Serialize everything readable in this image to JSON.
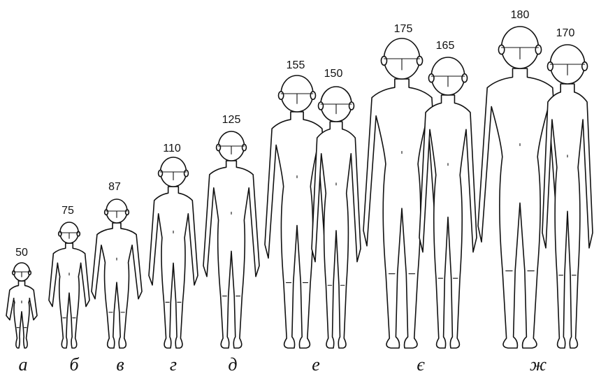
{
  "figures": [
    {
      "id": "fig-a",
      "height_label": "50",
      "group": "a"
    },
    {
      "id": "fig-b",
      "height_label": "75",
      "group": "b"
    },
    {
      "id": "fig-v",
      "height_label": "87",
      "group": "v"
    },
    {
      "id": "fig-g",
      "height_label": "110",
      "group": "g"
    },
    {
      "id": "fig-d",
      "height_label": "125",
      "group": "d"
    },
    {
      "id": "fig-e1",
      "height_label": "155",
      "group": "e"
    },
    {
      "id": "fig-e2",
      "height_label": "150",
      "group": "e"
    },
    {
      "id": "fig-ye1",
      "height_label": "175",
      "group": "ye"
    },
    {
      "id": "fig-ye2",
      "height_label": "165",
      "group": "ye"
    },
    {
      "id": "fig-zh1",
      "height_label": "180",
      "group": "zh"
    },
    {
      "id": "fig-zh2",
      "height_label": "170",
      "group": "zh"
    }
  ],
  "groups": {
    "a": "а",
    "b": "б",
    "v": "в",
    "g": "г",
    "d": "д",
    "e": "е",
    "ye": "є",
    "zh": "ж"
  }
}
